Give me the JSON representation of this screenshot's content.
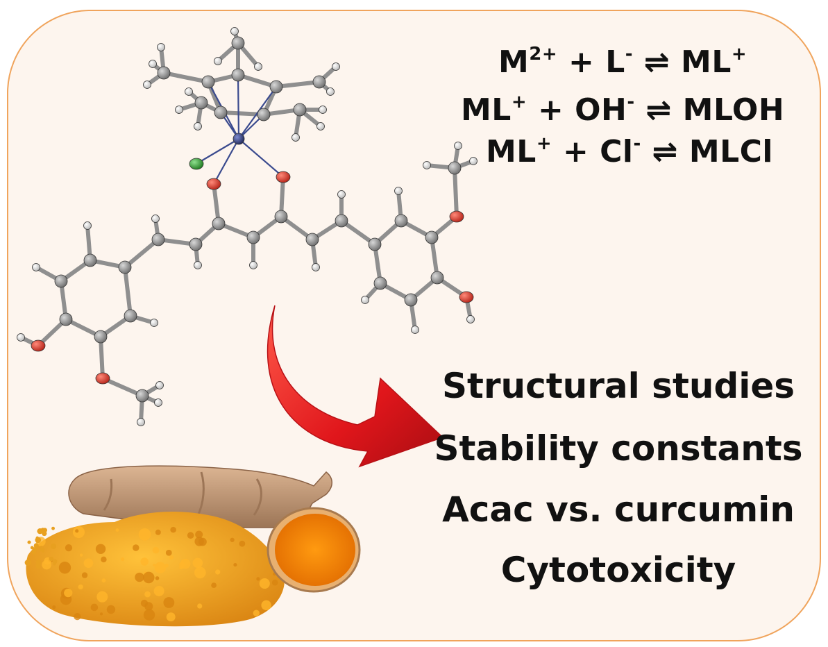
{
  "equations": [
    {
      "parts": [
        {
          "t": "M"
        },
        {
          "sup": "2+"
        },
        {
          "t": " + L"
        },
        {
          "sup": "-"
        },
        {
          "t": " ⇌ ML"
        },
        {
          "sup": "+"
        }
      ]
    },
    {
      "parts": [
        {
          "t": "ML"
        },
        {
          "sup": "+"
        },
        {
          "t": " + OH"
        },
        {
          "sup": "-"
        },
        {
          "t": " ⇌ MLOH"
        }
      ]
    },
    {
      "parts": [
        {
          "t": "ML"
        },
        {
          "sup": "+"
        },
        {
          "t": " + Cl"
        },
        {
          "sup": "-"
        },
        {
          "t": " ⇌ MLCl"
        }
      ]
    }
  ],
  "topics": [
    "Structural studies",
    "Stability constants",
    "Acac vs. curcumin",
    "Cytotoxicity"
  ],
  "colors": {
    "frame_border": "#f0a45c",
    "frame_fill": "#fdf5ee",
    "arrow": "#e0161b",
    "carbon": "#8a8a8a",
    "oxygen": "#d63a2e",
    "chlorine": "#2e9a2e",
    "metal": "#2c3a78",
    "hydrogen": "#e4e4e4",
    "turmeric_powder": "#f0a21c",
    "turmeric_root": "#c99e7a"
  },
  "icons": [
    "molecule-structure",
    "curved-arrow",
    "turmeric-root-and-powder"
  ]
}
